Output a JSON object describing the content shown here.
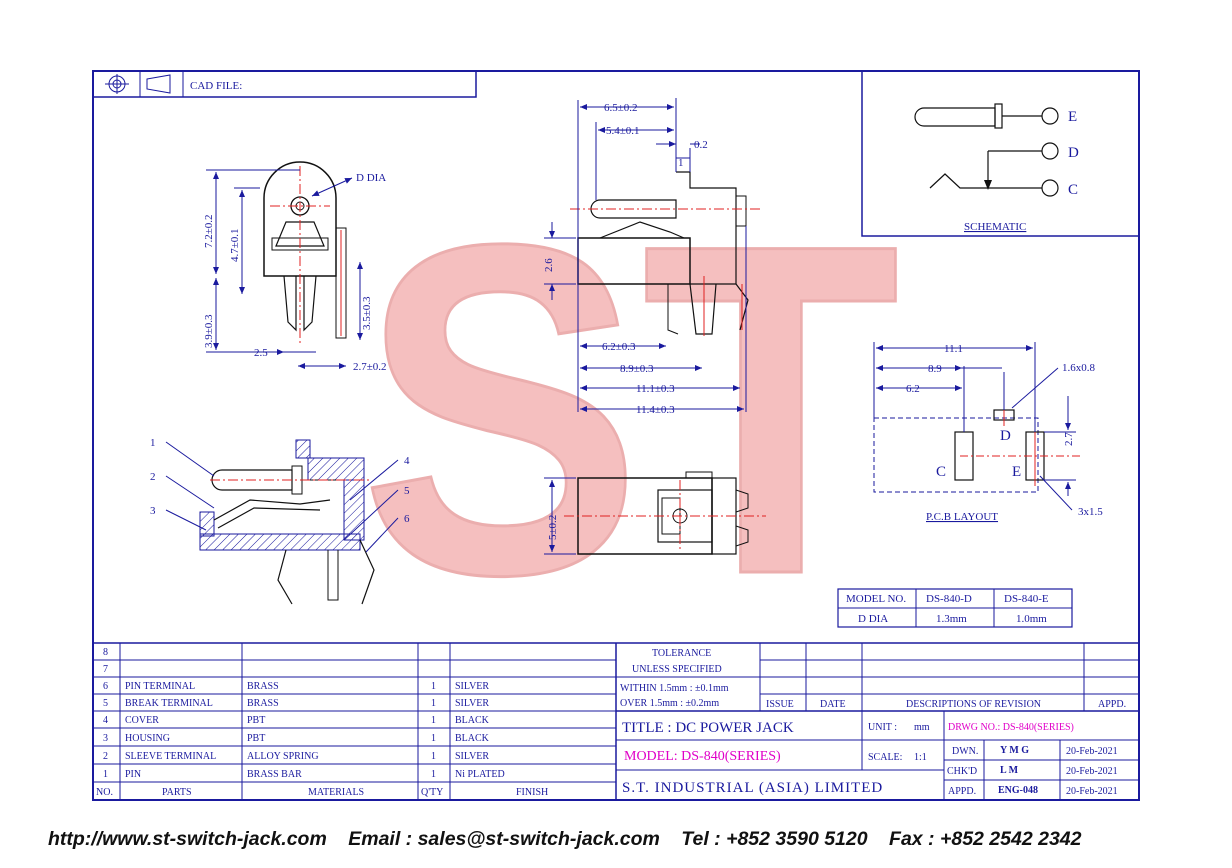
{
  "header": {
    "cad_label": "CAD FILE:"
  },
  "schematic": {
    "title": "SCHEMATIC",
    "pins": [
      "E",
      "D",
      "C"
    ]
  },
  "side_view": {
    "d_dia": "D DIA",
    "dims": [
      "7.2±0.2",
      "4.7±0.1",
      "3.9±0.3",
      "3.5±0.3",
      "2.5",
      "2.7±0.2"
    ]
  },
  "top_view": {
    "dims": [
      "6.5±0.2",
      "5.4±0.1",
      "0.2",
      "1",
      "2.6",
      "6.2±0.3",
      "8.9±0.3",
      "11.1±0.3",
      "11.4±0.3"
    ]
  },
  "front_view": {
    "dims": [
      "5±0.2"
    ]
  },
  "section": {
    "callouts": [
      "1",
      "2",
      "3",
      "4",
      "5",
      "6"
    ]
  },
  "pcb_layout": {
    "title": "P.C.B LAYOUT",
    "dims": [
      "11.1",
      "8.9",
      "6.2",
      "1.6x0.8",
      "2.7",
      "3x1.5"
    ],
    "pads": [
      "D",
      "C",
      "E"
    ]
  },
  "model_table": {
    "headers": [
      "MODEL NO.",
      "DS-840-D",
      "DS-840-E"
    ],
    "row": [
      "D DIA",
      "1.3mm",
      "1.0mm"
    ]
  },
  "parts_list": {
    "headers": [
      "NO.",
      "PARTS",
      "MATERIALS",
      "Q'TY",
      "FINISH"
    ],
    "rows": [
      {
        "no": "8",
        "part": "",
        "material": "",
        "qty": "",
        "finish": ""
      },
      {
        "no": "7",
        "part": "",
        "material": "",
        "qty": "",
        "finish": ""
      },
      {
        "no": "6",
        "part": "PIN TERMINAL",
        "material": "BRASS",
        "qty": "1",
        "finish": "SILVER"
      },
      {
        "no": "5",
        "part": "BREAK TERMINAL",
        "material": "BRASS",
        "qty": "1",
        "finish": "SILVER"
      },
      {
        "no": "4",
        "part": "COVER",
        "material": "PBT",
        "qty": "1",
        "finish": "BLACK"
      },
      {
        "no": "3",
        "part": "HOUSING",
        "material": "PBT",
        "qty": "1",
        "finish": "BLACK"
      },
      {
        "no": "2",
        "part": "SLEEVE TERMINAL",
        "material": "ALLOY SPRING",
        "qty": "1",
        "finish": "SILVER"
      },
      {
        "no": "1",
        "part": "PIN",
        "material": "BRASS BAR",
        "qty": "1",
        "finish": "Ni PLATED"
      }
    ]
  },
  "tolerance": {
    "title": "TOLERANCE",
    "subtitle": "UNLESS   SPECIFIED",
    "within": "WITHIN  1.5mm : ±0.1mm",
    "over": "OVER    1.5mm : ±0.2mm"
  },
  "revision": {
    "headers": [
      "ISSUE",
      "DATE",
      "DESCRIPTIONS  OF  REVISION",
      "APPD."
    ]
  },
  "title_block": {
    "title": "TITLE : DC POWER JACK",
    "unit_label": "UNIT :",
    "unit_value": "mm",
    "drwg_no": "DRWG NO.: DS-840(SERIES)",
    "model": "MODEL: DS-840(SERIES)",
    "scale_label": "SCALE:",
    "scale_value": "1:1",
    "company": "S.T.  INDUSTRIAL  (ASIA)  LIMITED",
    "approvals": [
      {
        "label": "DWN.",
        "name": "Y M G",
        "date": "20-Feb-2021"
      },
      {
        "label": "CHK'D",
        "name": "L M",
        "date": "20-Feb-2021"
      },
      {
        "label": "APPD.",
        "name": "ENG-048",
        "date": "20-Feb-2021"
      }
    ]
  },
  "watermark": {
    "text": "ST"
  },
  "footer": {
    "url": "http://www.st-switch-jack.com",
    "email": "Email : sales@st-switch-jack.com",
    "tel": "Tel : +852 3590 5120",
    "fax": "Fax : +852 2542 2342"
  },
  "colors": {
    "line": "#1a1a9e",
    "centerline": "#e02020",
    "watermark": "#f4b4b4",
    "highlight": "#e000c8"
  }
}
